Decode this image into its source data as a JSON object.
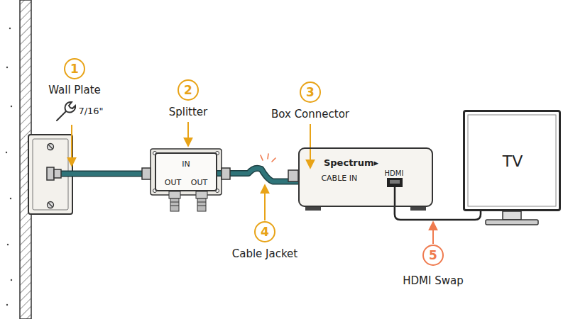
{
  "diagram": {
    "nodes": [
      {
        "text": [
          "IN",
          "OUT",
          "OUT"
        ]
      },
      {
        "text": [
          "Spectrum▸",
          "CABLE IN",
          "HDMI"
        ]
      },
      {
        "text": [
          "TV"
        ]
      }
    ],
    "edges": [
      {
        "from": 0,
        "to": 1,
        "arrow": "none"
      },
      {
        "from": 1,
        "to": 2,
        "arrow": "none"
      }
    ],
    "labels": [
      "1",
      "Wall Plate",
      "7/16\"",
      "2",
      "Splitter",
      "3",
      "Box Connector",
      "4",
      "Cable Jacket",
      "5",
      "HDMI Swap"
    ]
  }
}
